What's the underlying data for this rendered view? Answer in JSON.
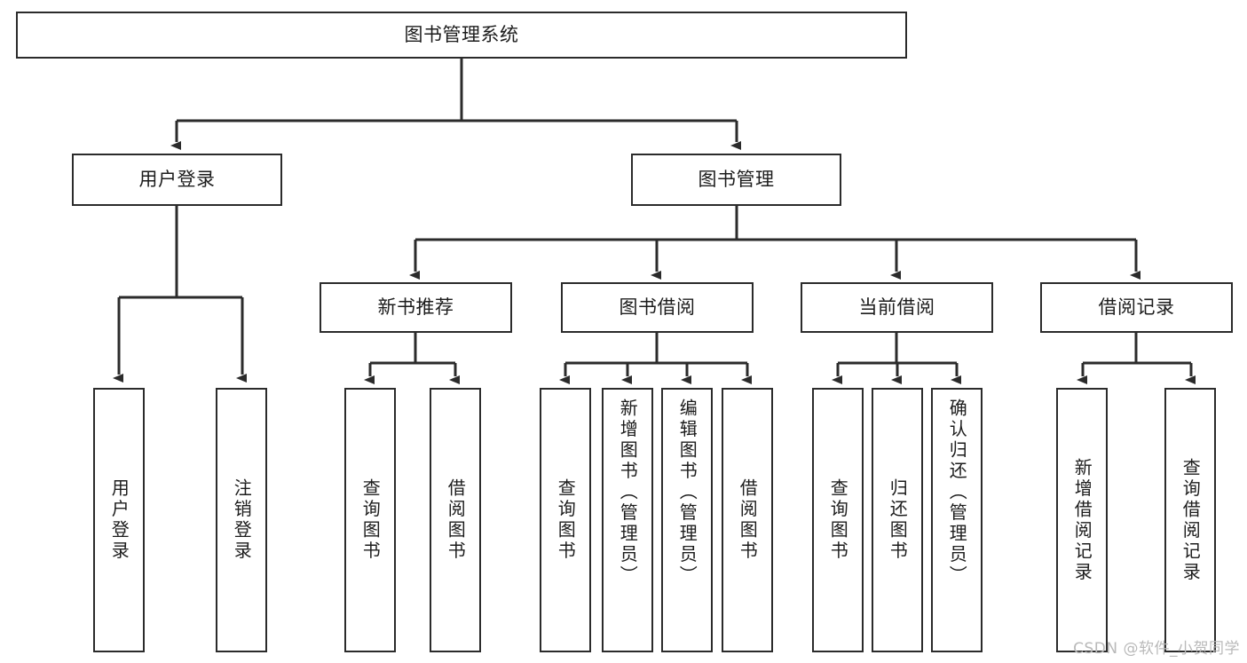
{
  "diagram": {
    "title": "图书管理系统",
    "type": "hierarchy-tree",
    "watermark": "CSDN @软件_小贺同学",
    "colors": {
      "box_border": "#2b2b2b",
      "box_fill": "#ffffff",
      "edge": "#2b2b2b",
      "text": "#1c1c1c",
      "watermark": "#b9b9b9"
    },
    "nodes": {
      "root": {
        "label": "图书管理系统",
        "orientation": "horizontal"
      },
      "level2": [
        {
          "id": "user-login",
          "label": "用户登录",
          "orientation": "horizontal"
        },
        {
          "id": "book-manage",
          "label": "图书管理",
          "orientation": "horizontal"
        }
      ],
      "level3": [
        {
          "id": "new-book-recommend",
          "label": "新书推荐",
          "orientation": "horizontal"
        },
        {
          "id": "book-borrow",
          "label": "图书借阅",
          "orientation": "horizontal"
        },
        {
          "id": "current-borrow",
          "label": "当前借阅",
          "orientation": "horizontal"
        },
        {
          "id": "borrow-record",
          "label": "借阅记录",
          "orientation": "horizontal"
        }
      ],
      "leaves": [
        {
          "id": "leaf-user-login",
          "label": "用户登录",
          "parent": "user-login"
        },
        {
          "id": "leaf-logout-login",
          "label": "注销登录",
          "parent": "user-login"
        },
        {
          "id": "leaf-query-book-1",
          "label": "查询图书",
          "parent": "new-book-recommend"
        },
        {
          "id": "leaf-borrow-book-1",
          "label": "借阅图书",
          "parent": "new-book-recommend"
        },
        {
          "id": "leaf-query-book-2",
          "label": "查询图书",
          "parent": "book-borrow"
        },
        {
          "id": "leaf-add-book",
          "label": "新增图书（管理员）",
          "parent": "book-borrow"
        },
        {
          "id": "leaf-edit-book",
          "label": "编辑图书（管理员）",
          "parent": "book-borrow"
        },
        {
          "id": "leaf-borrow-book-2",
          "label": "借阅图书",
          "parent": "book-borrow"
        },
        {
          "id": "leaf-query-book-3",
          "label": "查询图书",
          "parent": "current-borrow"
        },
        {
          "id": "leaf-return-book",
          "label": "归还图书",
          "parent": "current-borrow"
        },
        {
          "id": "leaf-confirm-return",
          "label": "确认归还（管理员）",
          "parent": "current-borrow"
        },
        {
          "id": "leaf-add-record",
          "label": "新增借阅记录",
          "parent": "borrow-record"
        },
        {
          "id": "leaf-query-record",
          "label": "查询借阅记录",
          "parent": "borrow-record"
        }
      ]
    }
  }
}
